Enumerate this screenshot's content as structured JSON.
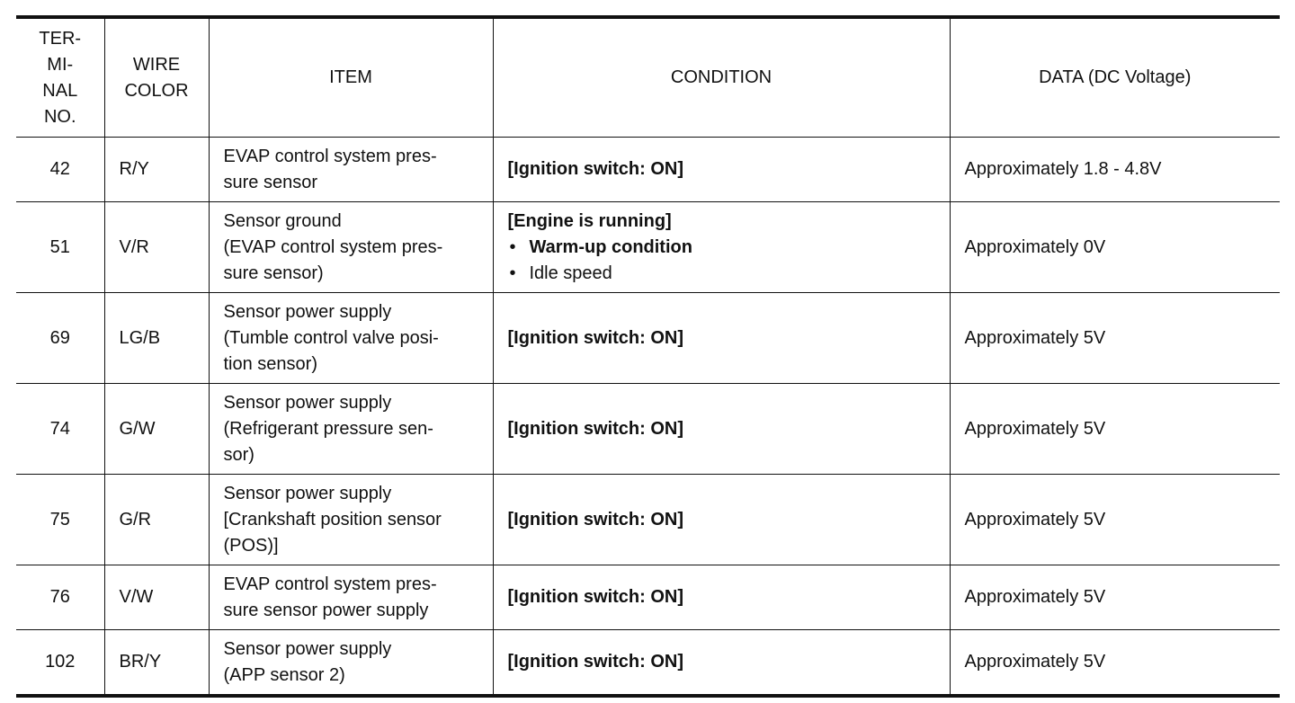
{
  "table": {
    "headers": {
      "terminal": [
        "TER-",
        "MI-",
        "NAL",
        "NO."
      ],
      "wire": [
        "WIRE",
        "COLOR"
      ],
      "item": "ITEM",
      "condition": "CONDITION",
      "data": "DATA (DC Voltage)"
    },
    "rows": [
      {
        "terminal": "42",
        "wire": "R/Y",
        "item": [
          "EVAP control system pres-",
          "sure sensor"
        ],
        "condition_title": "[Ignition switch: ON]",
        "data": "Approximately 1.8 - 4.8V"
      },
      {
        "terminal": "51",
        "wire": "V/R",
        "item": [
          "Sensor ground",
          "(EVAP control system pres-",
          "sure sensor)"
        ],
        "condition_title": "[Engine is running]",
        "condition_bullets": [
          {
            "bullet": "•",
            "text": "Warm-up condition"
          },
          {
            "bullet": "•",
            "text": "Idle speed"
          }
        ],
        "data": "Approximately 0V"
      },
      {
        "terminal": "69",
        "wire": "LG/B",
        "item": [
          "Sensor power supply",
          "(Tumble control valve posi-",
          "tion sensor)"
        ],
        "condition_title": "[Ignition switch: ON]",
        "data": "Approximately 5V"
      },
      {
        "terminal": "74",
        "wire": "G/W",
        "item": [
          "Sensor power supply",
          "(Refrigerant pressure sen-",
          "sor)"
        ],
        "condition_title": "[Ignition switch: ON]",
        "data": "Approximately 5V"
      },
      {
        "terminal": "75",
        "wire": "G/R",
        "item": [
          "Sensor power supply",
          "[Crankshaft position sensor",
          "(POS)]"
        ],
        "condition_title": "[Ignition switch: ON]",
        "data": "Approximately 5V"
      },
      {
        "terminal": "76",
        "wire": "V/W",
        "item": [
          "EVAP control system pres-",
          "sure sensor power supply"
        ],
        "condition_title": "[Ignition switch: ON]",
        "data": "Approximately 5V"
      },
      {
        "terminal": "102",
        "wire": "BR/Y",
        "item": [
          "Sensor power supply",
          "(APP sensor 2)"
        ],
        "condition_title": "[Ignition switch: ON]",
        "data": "Approximately 5V"
      }
    ]
  }
}
